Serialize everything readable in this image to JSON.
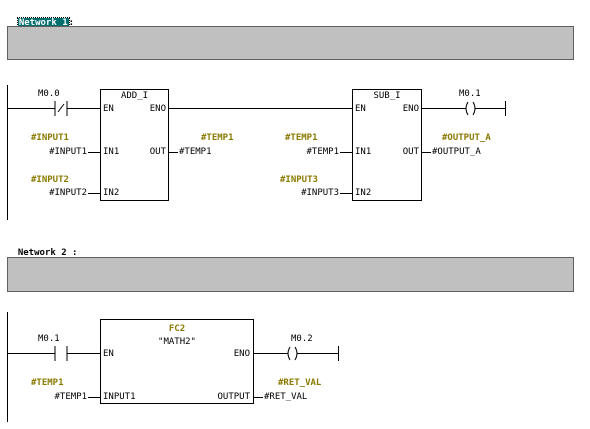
{
  "networks": [
    {
      "title": "Network 1",
      "title_suffix": ":",
      "rung": {
        "contact": {
          "address": "M0.0",
          "type": "NO"
        },
        "block1": {
          "name": "ADD_I",
          "en": "EN",
          "eno": "ENO",
          "in1": {
            "pin": "IN1",
            "symbol": "#INPUT1",
            "operand": "#INPUT1"
          },
          "in2": {
            "pin": "IN2",
            "symbol": "#INPUT2",
            "operand": "#INPUT2"
          },
          "out": {
            "pin": "OUT",
            "symbol": "#TEMP1",
            "operand": "#TEMP1"
          }
        },
        "block2": {
          "name": "SUB_I",
          "en": "EN",
          "eno": "ENO",
          "in1": {
            "pin": "IN1",
            "symbol": "#TEMP1",
            "operand": "#TEMP1"
          },
          "in2": {
            "pin": "IN2",
            "symbol": "#INPUT3",
            "operand": "#INPUT3"
          },
          "out": {
            "pin": "OUT",
            "symbol": "#OUTPUT_A",
            "operand": "#OUTPUT_A"
          }
        },
        "coil": {
          "address": "M0.1"
        }
      }
    },
    {
      "title": "Network 2",
      "title_suffix": ":",
      "rung": {
        "contact": {
          "address": "M0.1",
          "type": "NO"
        },
        "block": {
          "name": "FC2",
          "subtitle": "\"MATH2\"",
          "en": "EN",
          "eno": "ENO",
          "in1": {
            "pin": "INPUT1",
            "symbol": "#TEMP1",
            "operand": "#TEMP1"
          },
          "out": {
            "pin": "OUTPUT",
            "symbol": "#RET_VAL",
            "operand": "#RET_VAL"
          }
        },
        "coil": {
          "address": "M0.2"
        }
      }
    }
  ],
  "colors": {
    "selection": "#006e6e",
    "symbol": "#8a7a00",
    "comment_bg": "#c0c0c0"
  }
}
